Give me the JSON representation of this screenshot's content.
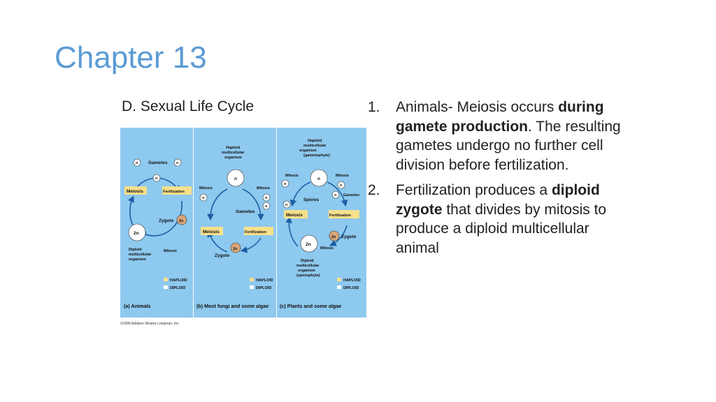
{
  "slide": {
    "title": "Chapter 13",
    "subtitle": "D. Sexual Life Cycle"
  },
  "bullets": [
    {
      "num": "1.",
      "parts": [
        {
          "t": "Animals- Meiosis occurs ",
          "b": false
        },
        {
          "t": "during gamete production",
          "b": true
        },
        {
          "t": ". The resulting gametes undergo no further cell division before fertilization.",
          "b": false
        }
      ]
    },
    {
      "num": "2.",
      "parts": [
        {
          "t": "Fertilization produces a ",
          "b": false
        },
        {
          "t": "diploid zygote",
          "b": true
        },
        {
          "t": " that divides by mitosis to produce a diploid multicellular animal",
          "b": false
        }
      ]
    }
  ],
  "figure": {
    "credit": "©1999 Addison Wesley Longman, Inc.",
    "legend": {
      "haploid": "HAPLOID",
      "diploid": "DIPLOID"
    },
    "colors": {
      "panel": "#8ec9ef",
      "box": "#f7e08a",
      "cell": "#ffffff",
      "zygote": "#d9a77a",
      "arrow": "#1d5fa6"
    },
    "panel_a": {
      "caption": "(a) Animals",
      "gametes": "Gametes",
      "meiosis": "Meiosis",
      "fertilization": "Fertilization",
      "zygote": "Zygote",
      "mitosis": "Mitosis",
      "n": "n",
      "two_n": "2n",
      "organism": [
        "Diploid",
        "multicellular",
        "organism"
      ]
    },
    "panel_b": {
      "caption": "(b) Most fungi and some algae",
      "organism": [
        "Haploid",
        "multicellular",
        "organism"
      ],
      "mitosis": "Mitosis",
      "gametes": "Gametes",
      "meiosis": "Meiosis",
      "fertilization": "Fertilization",
      "zygote": "Zygote",
      "n": "n",
      "two_n": "2n"
    },
    "panel_c": {
      "caption": "(c) Plants and some algae",
      "organism_top": [
        "Haploid",
        "multicellular",
        "organism",
        "(gametophyte)"
      ],
      "mitosis": "Mitosis",
      "spores": "Spores",
      "gametes": "Gametes",
      "meiosis": "Meiosis",
      "fertilization": "Fertilization",
      "zygote": "Zygote",
      "organism_bottom": [
        "Diploid",
        "multicellular",
        "organism",
        "(sporophyte)"
      ],
      "n": "n",
      "two_n": "2n"
    }
  }
}
